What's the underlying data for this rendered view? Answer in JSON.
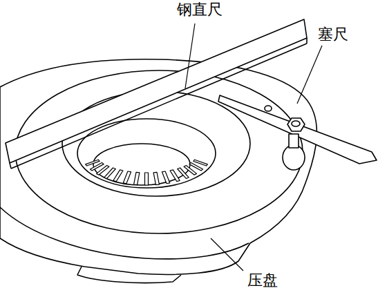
{
  "diagram": {
    "labels": [
      "钢直尺",
      "塞尺",
      "压盘"
    ]
  }
}
